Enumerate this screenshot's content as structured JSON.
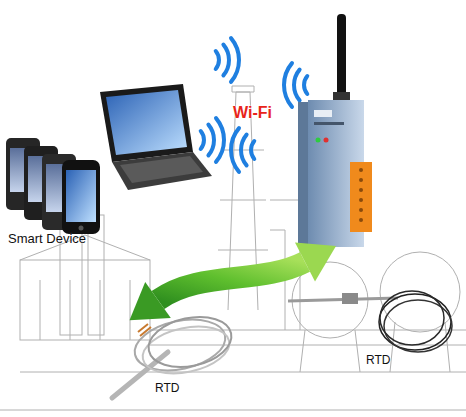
{
  "diagram": {
    "labels": [
      "Wi-Fi",
      "Smart Device",
      "RTD",
      "RTD"
    ]
  }
}
